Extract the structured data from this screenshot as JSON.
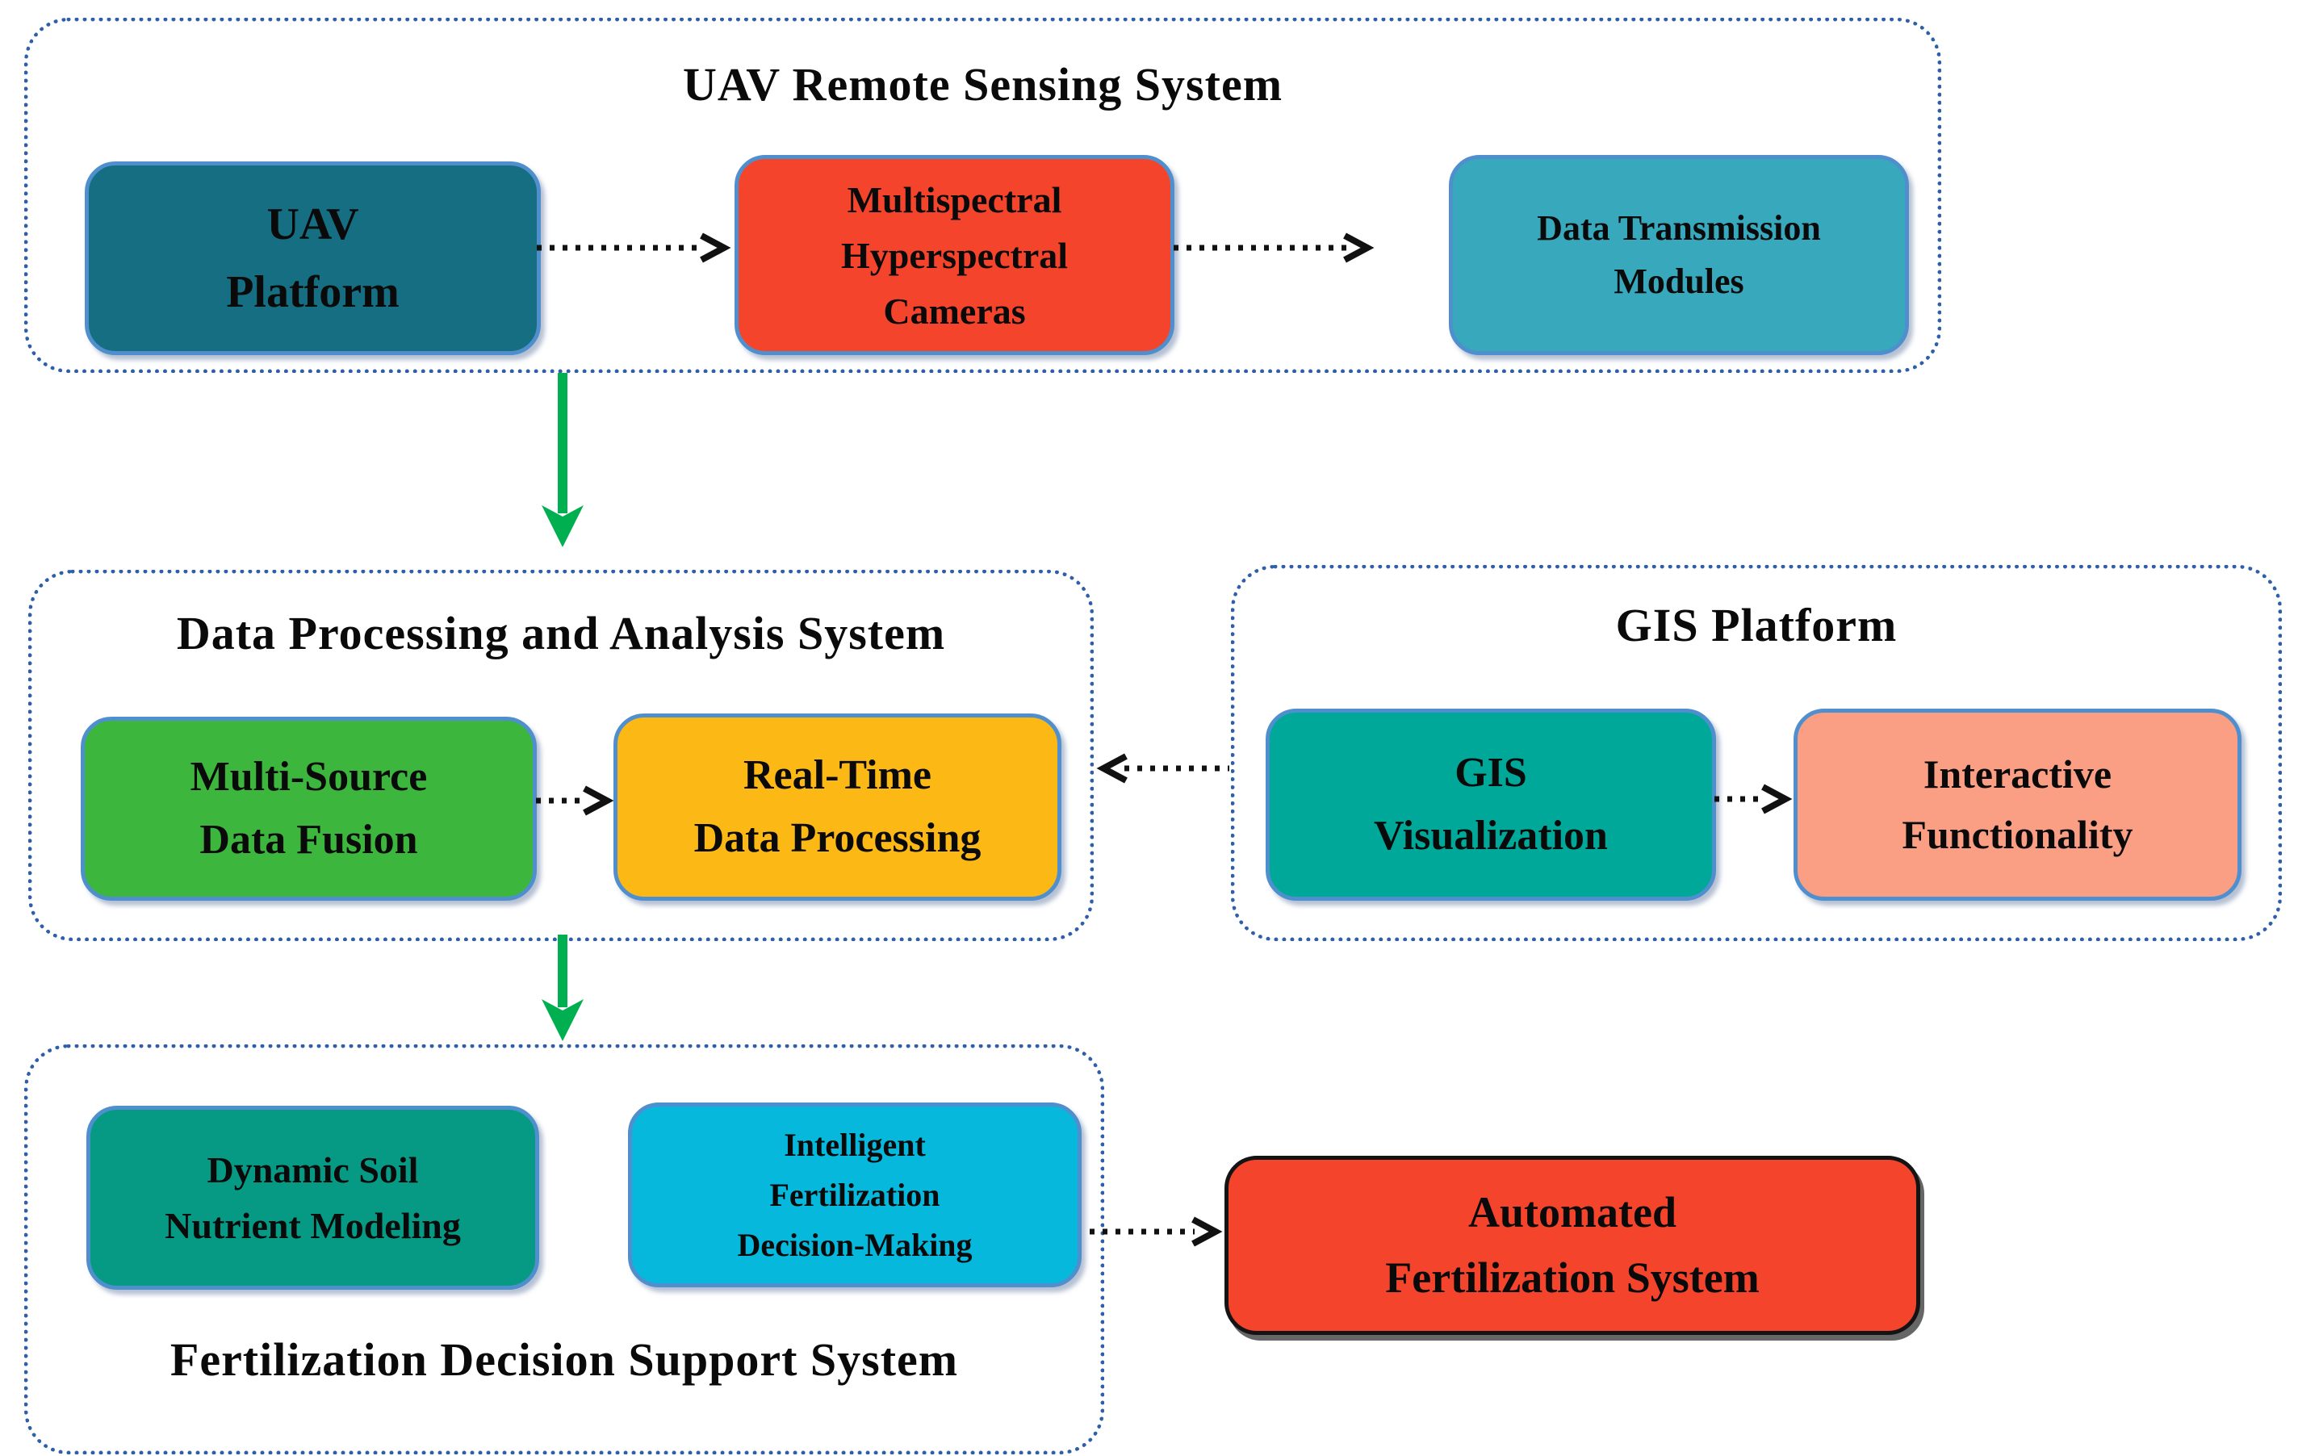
{
  "palette": {
    "dashed_border": "#2F5FA8",
    "box_border": "#4F8FCE",
    "arrow_dotted": "#111111",
    "arrow_green": "#00B050",
    "text": "#0A0A0A"
  },
  "uav_system": {
    "title": "UAV Remote Sensing System",
    "uav_platform": {
      "label": "UAV\nPlatform",
      "color": "#166E82"
    },
    "cameras": {
      "label": "Multispectral\nHyperspectral\nCameras",
      "color": "#F4452C"
    },
    "data_transmission": {
      "label": "Data Transmission\nModules",
      "color": "#38A8BC"
    }
  },
  "data_processing": {
    "title": "Data Processing and Analysis System",
    "multi_source": {
      "label": "Multi-Source\nData Fusion",
      "color": "#3CB63C"
    },
    "real_time": {
      "label": "Real-Time\nData Processing",
      "color": "#FCB814"
    }
  },
  "gis_platform": {
    "title": "GIS Platform",
    "gis_visualization": {
      "label": "GIS\nVisualization",
      "color": "#00A89A"
    },
    "interactive": {
      "label": "Interactive\nFunctionality",
      "color": "#FA9E84"
    }
  },
  "fertilization_support": {
    "title": "Fertilization Decision Support System",
    "dynamic_soil": {
      "label": "Dynamic Soil\nNutrient Modeling",
      "color": "#069A85"
    },
    "intelligent": {
      "label": "Intelligent\nFertilization\nDecision-Making",
      "color": "#06B8DC"
    }
  },
  "automated_system": {
    "label": "Automated\nFertilization System",
    "color": "#F4452C"
  }
}
